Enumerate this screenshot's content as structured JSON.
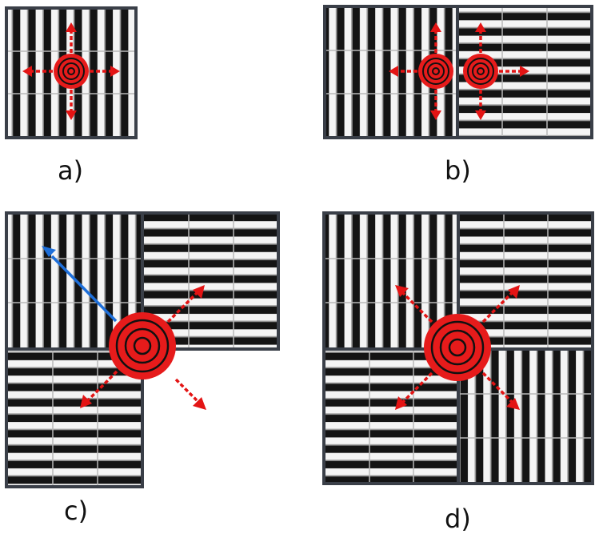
{
  "panels": [
    {
      "id": "a",
      "label": "a)"
    },
    {
      "id": "b",
      "label": "b)"
    },
    {
      "id": "c",
      "label": "c)"
    },
    {
      "id": "d",
      "label": "d)"
    }
  ],
  "colors": {
    "tile_fill": "#141414",
    "tile_border": "#3a3f48",
    "slat": "#f4f4f4",
    "slat_shadow": "#9a9a9a",
    "joint": "#b8b8b8",
    "target_fill": "#e61b1b",
    "target_ring": "#111111",
    "arrow_red": "#e31414",
    "arrow_blue": "#1e6fd9"
  }
}
